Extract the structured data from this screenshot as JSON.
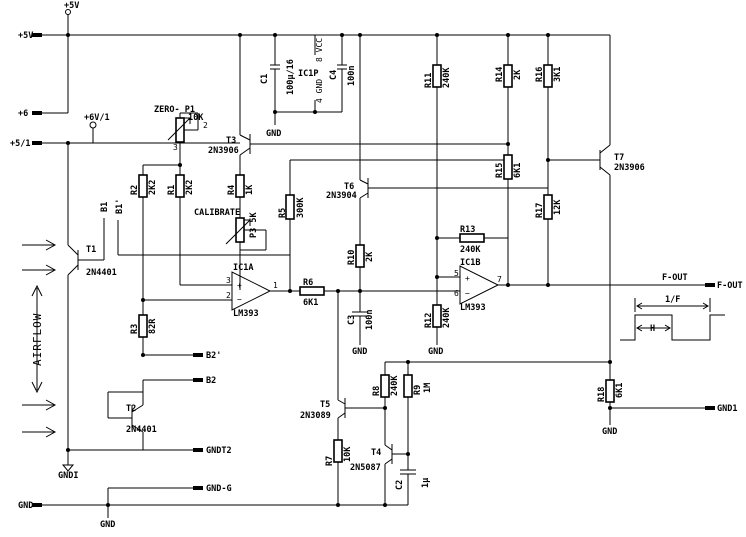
{
  "rails": {
    "top_pin": "+5V",
    "v5": "+5V",
    "p6": "+6",
    "p51": "+5/1",
    "p6v1": "+6V/1",
    "gnd": "GND",
    "gnd_bottom": "GND",
    "gndi": "GNDI",
    "gnd_c1": "GND"
  },
  "airflow": "AIRFLOW",
  "components": {
    "P1": {
      "name": "ZERO- P1",
      "value": "10K"
    },
    "P3": {
      "name": "CALIBRATE",
      "value": "P3 5K"
    },
    "T1": {
      "name": "T1",
      "type": "2N4401"
    },
    "T2": {
      "name": "T2",
      "type": "2N4401"
    },
    "T3": {
      "name": "T3",
      "type": "2N3906"
    },
    "T4": {
      "name": "T4",
      "type": "2N5087"
    },
    "T5": {
      "name": "T5",
      "type": "2N3089"
    },
    "T6": {
      "name": "T6",
      "type": "2N3904"
    },
    "T7": {
      "name": "T7",
      "type": "2N3906"
    },
    "R1": {
      "name": "R1",
      "value": "2K2"
    },
    "R2": {
      "name": "R2",
      "value": "2K2"
    },
    "R3": {
      "name": "R3",
      "value": "82R"
    },
    "R4": {
      "name": "R4",
      "value": "1K"
    },
    "R5": {
      "name": "R5",
      "value": "300K"
    },
    "R6": {
      "name": "R6",
      "value": "6K1"
    },
    "R7": {
      "name": "R7",
      "value": "10K"
    },
    "R8": {
      "name": "R8",
      "value": "240K"
    },
    "R9": {
      "name": "R9",
      "value": "1M"
    },
    "R10": {
      "name": "R10",
      "value": "2K"
    },
    "R11": {
      "name": "R11",
      "value": "240K"
    },
    "R12": {
      "name": "R12",
      "value": "240K"
    },
    "R13": {
      "name": "R13",
      "value": "240K"
    },
    "R14": {
      "name": "R14",
      "value": "2K"
    },
    "R15": {
      "name": "R15",
      "value": "6K1"
    },
    "R16": {
      "name": "R16",
      "value": "3K1"
    },
    "R17": {
      "name": "R17",
      "value": "12K"
    },
    "R18": {
      "name": "R18",
      "value": "6K1"
    },
    "C1": {
      "name": "C1",
      "value": "100µ/16"
    },
    "C2": {
      "name": "C2",
      "value": "1µ"
    },
    "C3": {
      "name": "C3",
      "value": "100n"
    },
    "C4": {
      "name": "C4",
      "value": "100n"
    },
    "IC1P": {
      "name": "IC1P",
      "vcc": "8 VCC",
      "gnd": "4 GND"
    },
    "IC1A": {
      "name": "IC1A",
      "type": "LM393"
    },
    "IC1B": {
      "name": "IC1B",
      "type": "LM393"
    }
  },
  "outputs": {
    "fout": "F-OUT",
    "fout_wire": "F-OUT",
    "b1": "B1",
    "b1p": "B1'",
    "b2": "B2",
    "b2p": "B2'",
    "gndt2": "GNDT2",
    "gndg": "GND-G",
    "gnd1": "GND1"
  },
  "waveform": {
    "period": "1/F",
    "high": "H"
  },
  "pins": {
    "p1": "1",
    "p2": "2",
    "p3": "3",
    "p5": "5",
    "p6": "6",
    "p7": "7"
  }
}
